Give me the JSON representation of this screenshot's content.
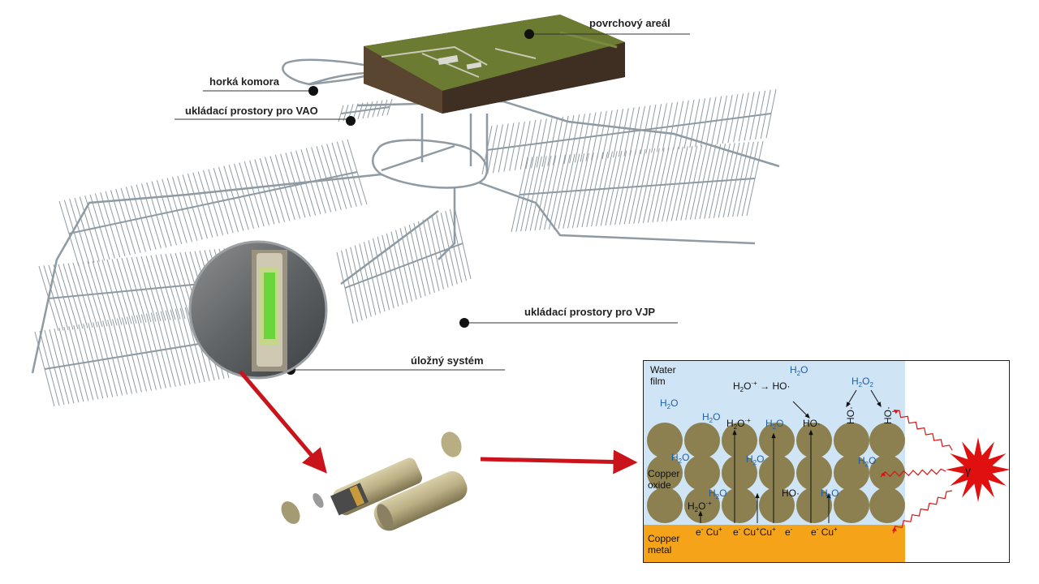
{
  "callouts": {
    "surface": "povrchový areál",
    "hot_cell": "horká komora",
    "vao_storage": "ukládací prostory pro VAO",
    "vjp_storage": "ukládací prostory pro VJP",
    "disposal_system": "úložný systém"
  },
  "corrosion_diagram": {
    "water_film": [
      "Water",
      "film"
    ],
    "copper_oxide": [
      "Copper",
      "oxide"
    ],
    "copper_metal": [
      "Copper",
      "metal"
    ],
    "gamma_symbol": "γ",
    "species": {
      "water_formula": "H2O",
      "water_radical_cation": "H2O·+",
      "hydroxyl_radical": "HO·",
      "hydrogen_peroxide": "H2O2",
      "electron": "e-",
      "copper_ion": "Cu+"
    },
    "colors": {
      "water": "#cfe4f5",
      "oxide_grain": "#8c7f50",
      "metal": "#f5a319",
      "gamma_burst": "#e01010",
      "species_blue": "#1f5fa8"
    }
  },
  "colors": {
    "terrain_top": "#6b7b32",
    "terrain_side": "#5a4630",
    "tunnels": "#8f9aa3",
    "arrow_red": "#c8141a",
    "canister": "#b9ad83"
  }
}
